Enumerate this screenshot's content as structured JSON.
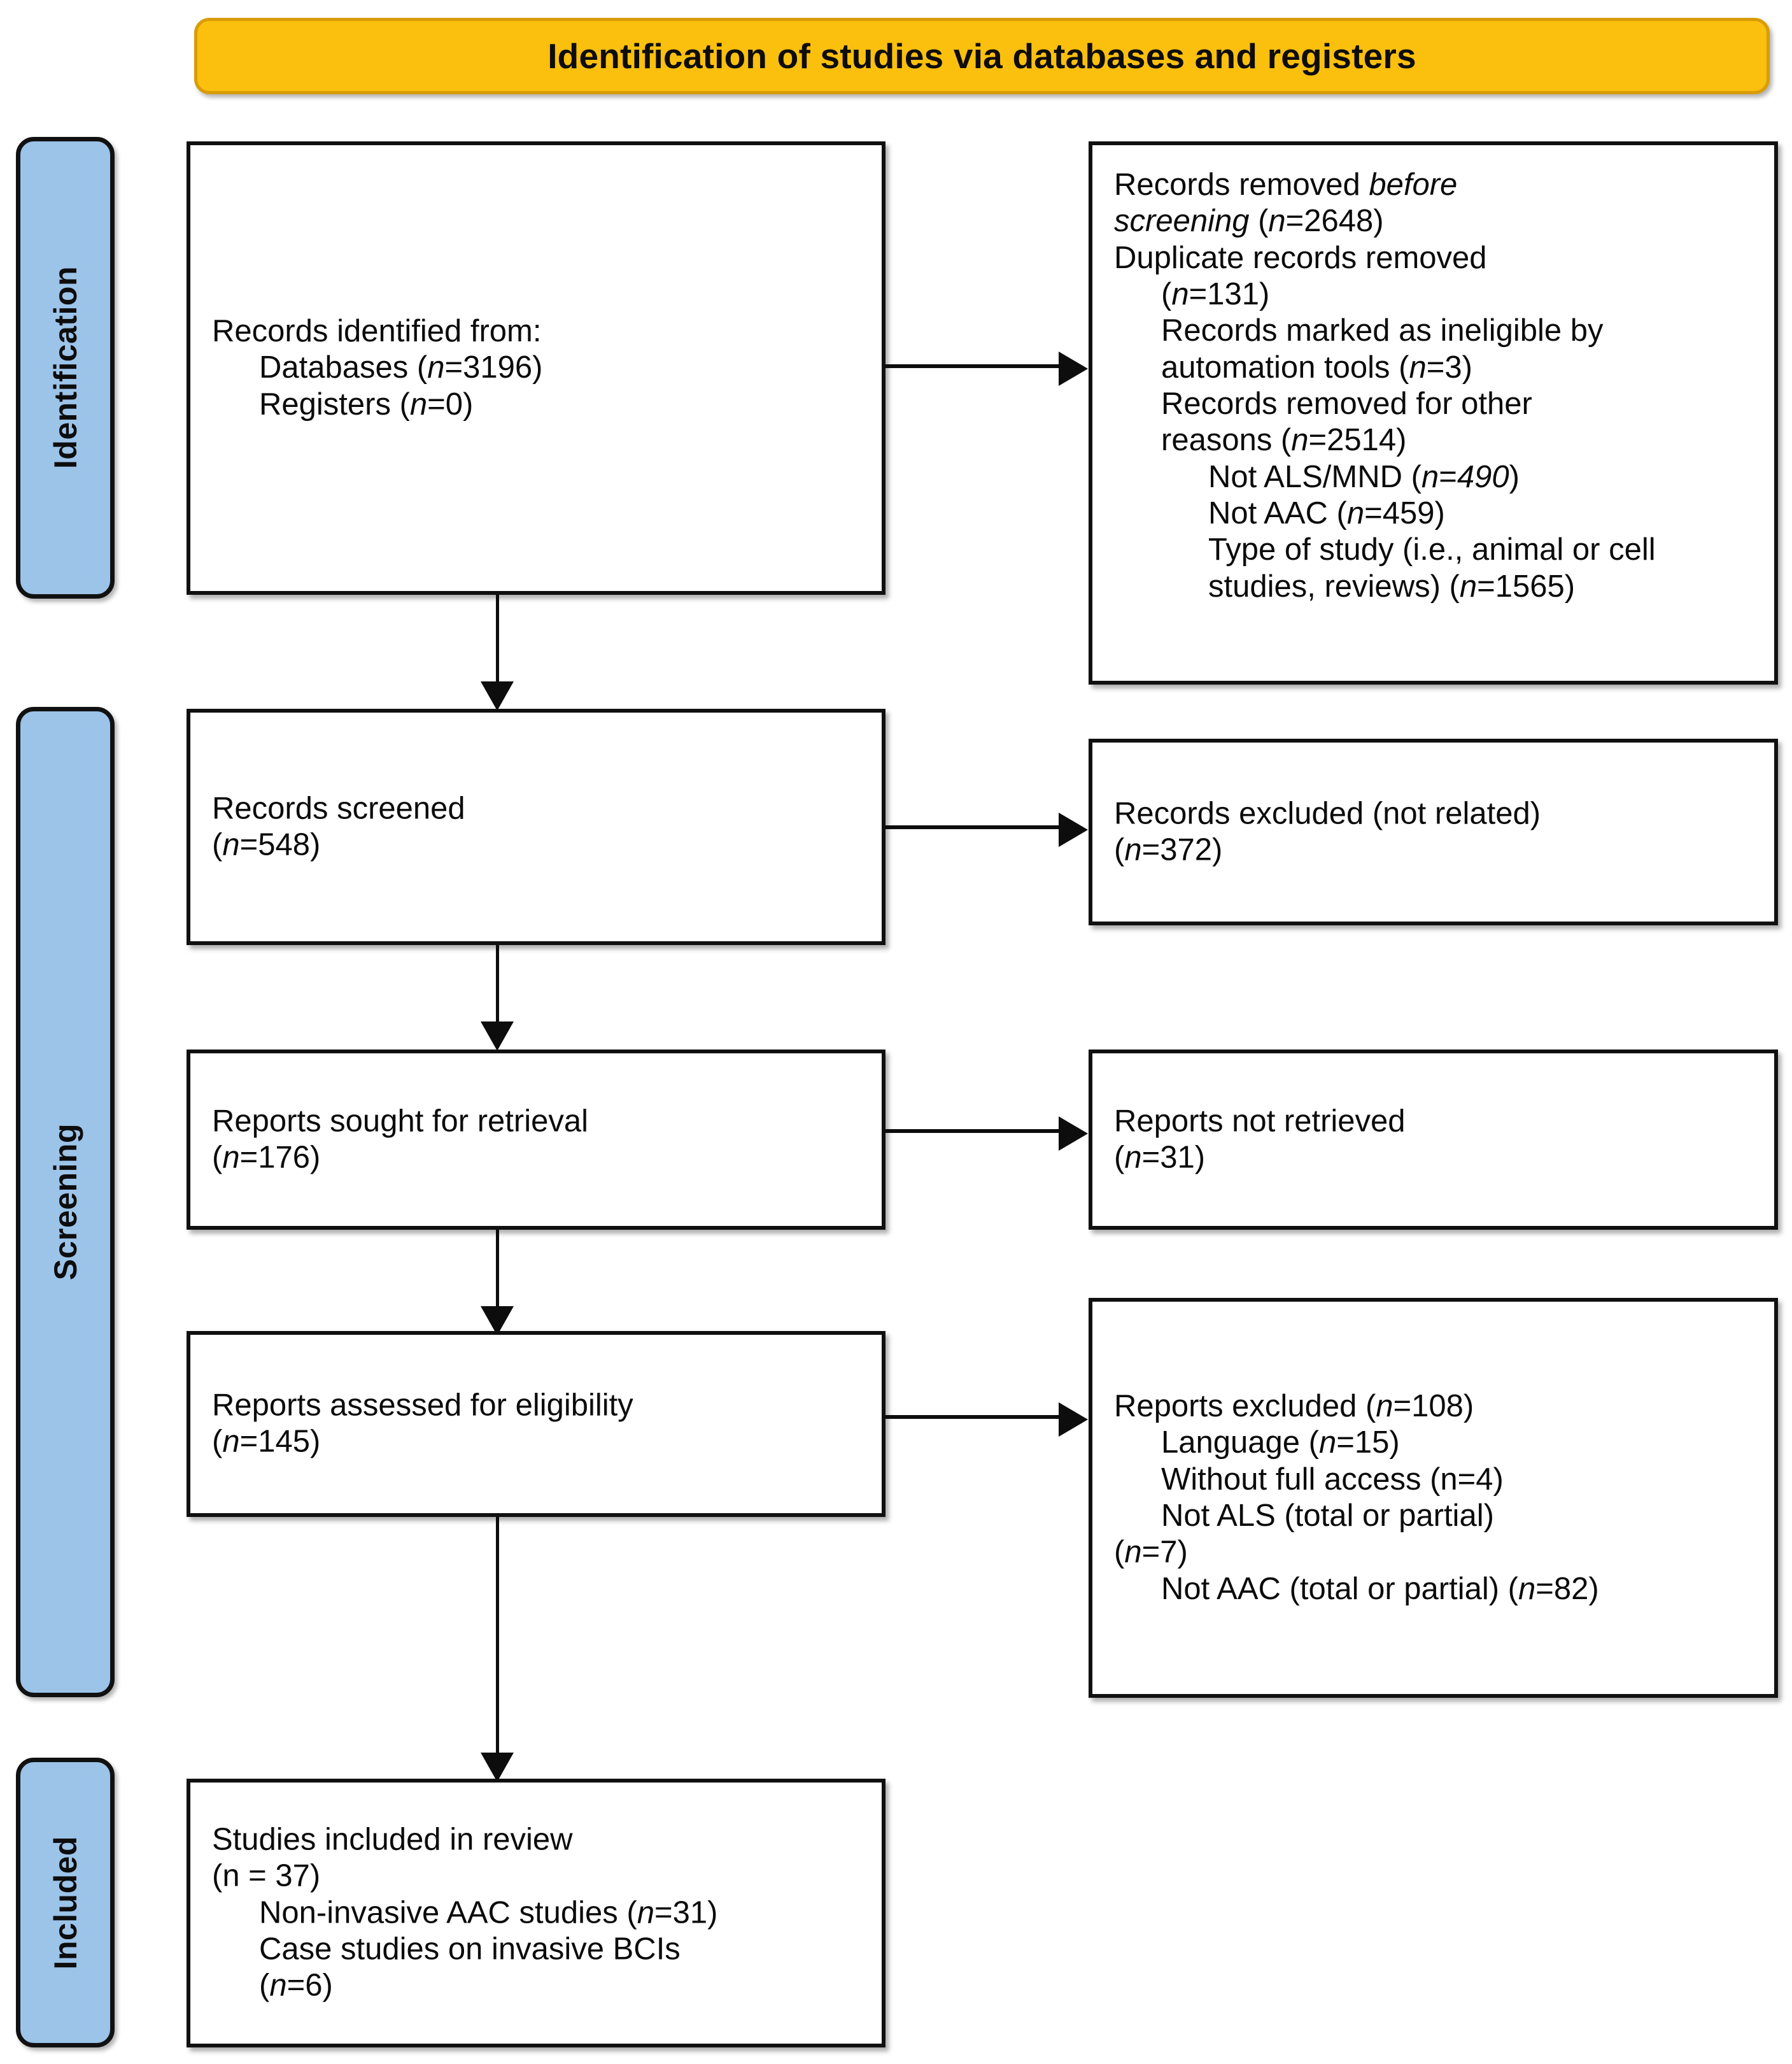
{
  "banner": {
    "title": "Identification of studies via databases and registers",
    "color": "#fbbf0d"
  },
  "stages": [
    {
      "label": "Identification",
      "color": "#9cc3e8"
    },
    {
      "label": "Screening",
      "color": "#9cc3e8"
    },
    {
      "label": "Included",
      "color": "#9cc3e8"
    }
  ],
  "boxes": {
    "identified": {
      "lines": [
        "Records identified from:",
        "Databases (n=3196)",
        "Registers (n=0)"
      ]
    },
    "removed_before_screening": {
      "lines": [
        "Records removed before",
        "screening (n=2648)",
        "Duplicate records removed",
        "(n=131)",
        "Records marked as ineligible by",
        "automation tools (n=3)",
        "Records removed for other",
        "reasons (n=2514)",
        "Not ALS/MND (n=490)",
        "Not AAC (n=459)",
        "Type of study (i.e., animal or cell",
        "studies, reviews) (n=1565)"
      ]
    },
    "records_screened": {
      "lines": [
        "Records screened",
        "(n=548)"
      ]
    },
    "records_excluded": {
      "lines": [
        "Records excluded (not related)",
        "(n=372)"
      ]
    },
    "reports_sought": {
      "lines": [
        "Reports sought for retrieval",
        "(n=176)"
      ]
    },
    "reports_not_retrieved": {
      "lines": [
        "Reports not retrieved",
        "(n=31)"
      ]
    },
    "reports_assessed": {
      "lines": [
        "Reports assessed for eligibility",
        "(n=145)"
      ]
    },
    "reports_excluded": {
      "lines": [
        "Reports excluded (n=108)",
        "Language (n=15)",
        "Without full access (n=4)",
        "Not ALS (total or partial)",
        "(n=7)",
        "Not AAC (total or partial) (n=82)"
      ]
    },
    "studies_included": {
      "lines": [
        "Studies included in review",
        "(n = 37)",
        "Non-invasive AAC studies (n=31)",
        "Case studies on invasive BCIs",
        "(n=6)"
      ]
    }
  },
  "chart_data": {
    "type": "diagram",
    "title": "Identification of studies via databases and registers",
    "nodes": [
      {
        "id": "identified",
        "stage": "Identification",
        "label": "Records identified from",
        "values": {
          "Databases": 3196,
          "Registers": 0
        }
      },
      {
        "id": "removed_before_screening",
        "stage": "Identification",
        "label": "Records removed before screening",
        "value": 2648,
        "breakdown": {
          "Duplicate records removed": 131,
          "Records marked as ineligible by automation tools": 3,
          "Records removed for other reasons": 2514,
          "Not ALS/MND": 490,
          "Not AAC": 459,
          "Type of study (i.e., animal or cell studies, reviews)": 1565
        }
      },
      {
        "id": "records_screened",
        "stage": "Screening",
        "label": "Records screened",
        "value": 548
      },
      {
        "id": "records_excluded",
        "stage": "Screening",
        "label": "Records excluded (not related)",
        "value": 372
      },
      {
        "id": "reports_sought",
        "stage": "Screening",
        "label": "Reports sought for retrieval",
        "value": 176
      },
      {
        "id": "reports_not_retrieved",
        "stage": "Screening",
        "label": "Reports not retrieved",
        "value": 31
      },
      {
        "id": "reports_assessed",
        "stage": "Screening",
        "label": "Reports assessed for eligibility",
        "value": 145
      },
      {
        "id": "reports_excluded",
        "stage": "Screening",
        "label": "Reports excluded",
        "value": 108,
        "breakdown": {
          "Language": 15,
          "Without full access": 4,
          "Not ALS (total or partial)": 7,
          "Not AAC (total or partial)": 82
        }
      },
      {
        "id": "studies_included",
        "stage": "Included",
        "label": "Studies included in review",
        "value": 37,
        "breakdown": {
          "Non-invasive AAC studies": 31,
          "Case studies on invasive BCIs": 6
        }
      }
    ],
    "edges": [
      {
        "from": "identified",
        "to": "removed_before_screening",
        "direction": "right"
      },
      {
        "from": "identified",
        "to": "records_screened",
        "direction": "down"
      },
      {
        "from": "records_screened",
        "to": "records_excluded",
        "direction": "right"
      },
      {
        "from": "records_screened",
        "to": "reports_sought",
        "direction": "down"
      },
      {
        "from": "reports_sought",
        "to": "reports_not_retrieved",
        "direction": "right"
      },
      {
        "from": "reports_sought",
        "to": "reports_assessed",
        "direction": "down"
      },
      {
        "from": "reports_assessed",
        "to": "reports_excluded",
        "direction": "right"
      },
      {
        "from": "reports_assessed",
        "to": "studies_included",
        "direction": "down"
      }
    ]
  }
}
